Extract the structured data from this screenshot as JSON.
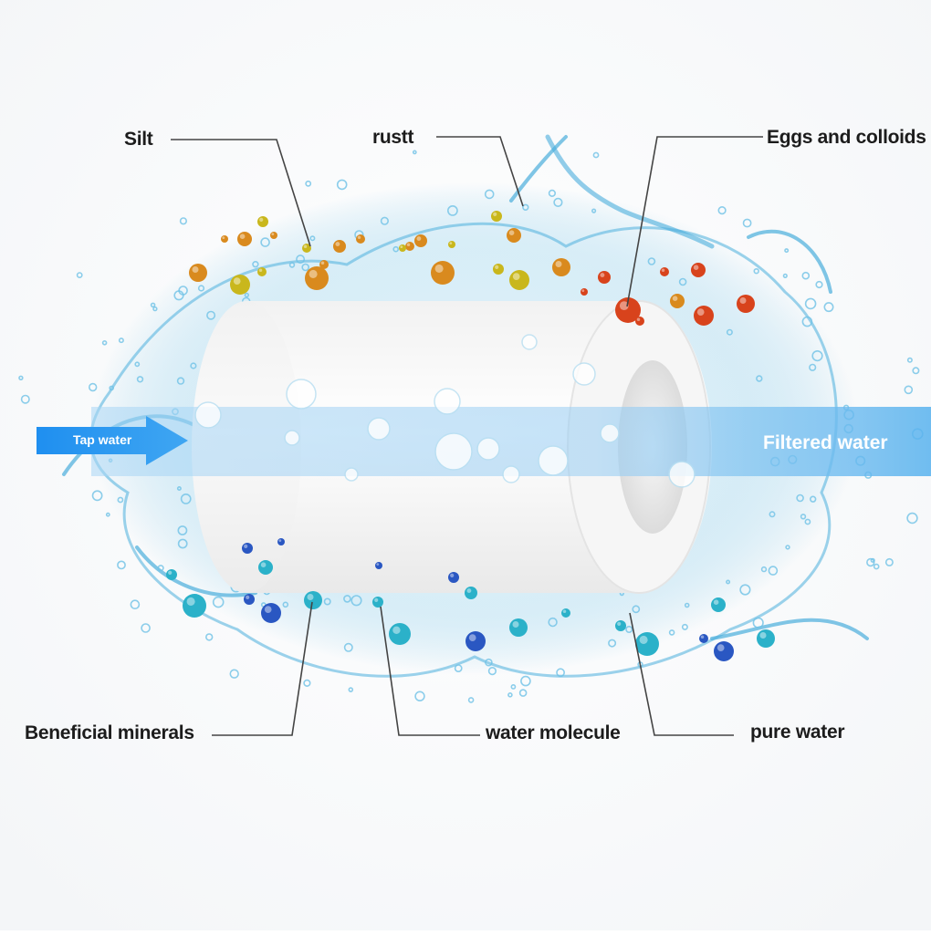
{
  "labels": {
    "silt": "Silt",
    "rust": "rustt",
    "eggs": "Eggs and colloids",
    "minerals": "Beneficial minerals",
    "molecule": "water molecule",
    "pure": "pure water"
  },
  "flow": {
    "in": "Tap water",
    "out": "Filtered water"
  },
  "colors": {
    "silt": "#d98a1e",
    "rust": "#c9b71c",
    "eggs": "#d8431c",
    "minerals": "#2a57c2",
    "molecule": "#2bb1c9",
    "flow": "#2f8fe6",
    "splash": "#6fc2e6"
  }
}
